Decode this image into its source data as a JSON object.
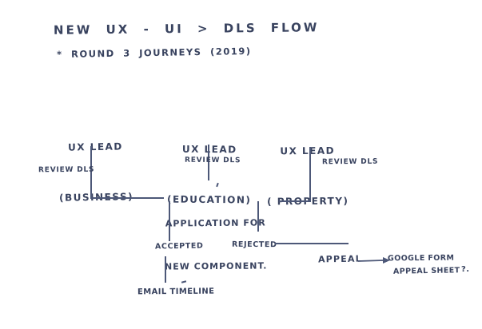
{
  "colors": {
    "background": "#ffffff",
    "ink_text": "#39435f",
    "ink_line": "#4d5878"
  },
  "header": {
    "title": "NEW UX - UI > DLS FLOW",
    "subtitle": "* ROUND 3 JOURNEYS (2019)"
  },
  "nodes": {
    "ux_lead_business": {
      "line1": "UX LEAD",
      "line2": "(BUSINESS)"
    },
    "ux_lead_education": {
      "line1": "UX LEAD",
      "line2": "(EDUCATION)"
    },
    "ux_lead_property": {
      "line1": "UX LEAD",
      "line2": "( PROPERTY)"
    },
    "application": {
      "line1": "APPLICATION FOR",
      "line2": "NEW COMPONENT."
    }
  },
  "edge_labels": {
    "review_dls_business": "REVIEW DLS",
    "review_dls_education": "REVIEW DLS",
    "review_dls_property": "REVIEW DLS"
  },
  "outcomes": {
    "accepted": "ACCEPTED",
    "rejected": "REJECTED",
    "email_timeline": "EMAIL TIMELINE",
    "appeal": "APPEAL",
    "appeal_destination_line1": "GOOGLE FORM",
    "appeal_destination_line2": "APPEAL SHEET",
    "appeal_question_mark": "?."
  }
}
